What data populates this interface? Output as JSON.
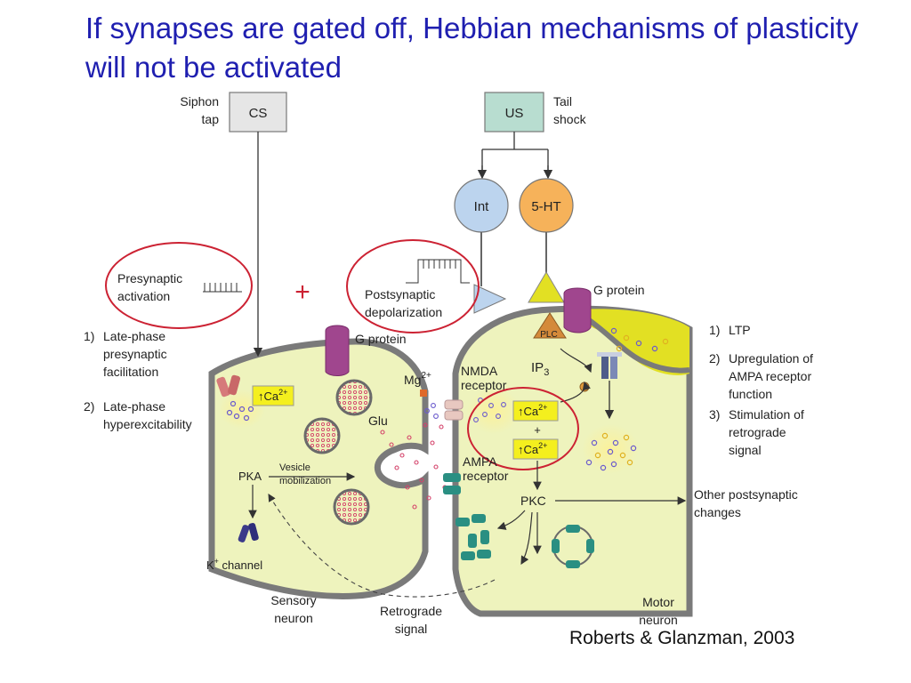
{
  "slide": {
    "title": "If synapses are gated off, Hebbian mechanisms of plasticity will not be activated",
    "citation": "Roberts & Glanzman, 2003"
  },
  "diagram": {
    "cs_box": "CS",
    "us_box": "US",
    "siphon_tap": [
      "Siphon",
      "tap"
    ],
    "tail_shock": [
      "Tail",
      "shock"
    ],
    "int_label": "Int",
    "ht_label": "5-HT",
    "presyn_activation": [
      "Presynaptic",
      "activation"
    ],
    "plus_sign": "+",
    "postsyn_depol": [
      "Postsynaptic",
      "depolarization"
    ],
    "g_protein_left": "G protein",
    "g_protein_right": "G protein",
    "plc": "PLC",
    "ip3": "IP",
    "ip3_sub": "3",
    "mg": "Mg",
    "mg_sup": "2+",
    "nmda": [
      "NMDA",
      "receptor"
    ],
    "ampa": [
      "AMPA",
      "receptor"
    ],
    "ca_pre": "Ca",
    "ca_sup": "2+",
    "ca_post_top": "Ca",
    "ca_post_bottom": "Ca",
    "ca_plus": "+",
    "glu": "Glu",
    "pka": "PKA",
    "vesicle_mobilization": [
      "Vesicle",
      "mobilization"
    ],
    "k_channel": "K",
    "k_channel_suffix": " channel",
    "k_sup": "+",
    "pkc": "PKC",
    "sensory_neuron": [
      "Sensory",
      "neuron"
    ],
    "retrograde_signal": [
      "Retrograde",
      "signal"
    ],
    "motor_neuron": [
      "Motor",
      "neuron"
    ],
    "other_postsyn": [
      "Other postsynaptic",
      "changes"
    ],
    "left_list": [
      {
        "num": "1)",
        "lines": [
          "Late-phase",
          "presynaptic",
          "facilitation"
        ]
      },
      {
        "num": "2)",
        "lines": [
          "Late-phase",
          "hyperexcitability"
        ]
      }
    ],
    "right_list": [
      {
        "num": "1)",
        "lines": [
          "LTP"
        ]
      },
      {
        "num": "2)",
        "lines": [
          "Upregulation of",
          "AMPA receptor",
          "function"
        ]
      },
      {
        "num": "3)",
        "lines": [
          "Stimulation of",
          "retrograde",
          "signal"
        ]
      }
    ],
    "colors": {
      "title": "#1f1fb0",
      "cell_fill": "#eef3bd",
      "cell_border": "#7a7a7a",
      "yellow_area": "#e2e023",
      "ca_box": "#f4ef1e",
      "red_ellipse": "#cc2233",
      "gprotein": "#a0468e",
      "receptor": "#2a8f82",
      "int_blue": "#bcd4ee",
      "ht_orange": "#f6b25a"
    }
  }
}
